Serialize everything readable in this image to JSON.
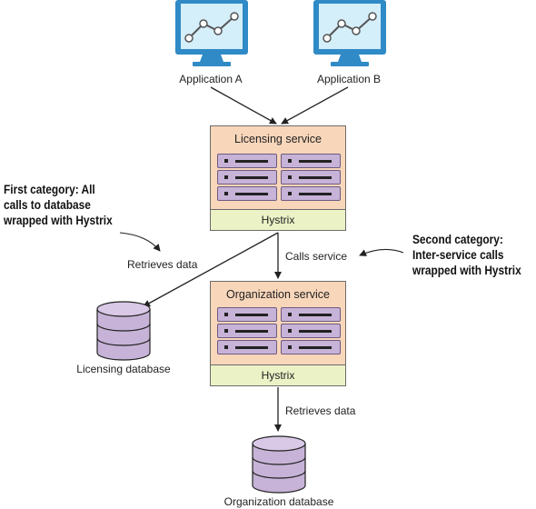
{
  "diagram": {
    "clients": [
      {
        "id": "app-a",
        "label": "Application A"
      },
      {
        "id": "app-b",
        "label": "Application B"
      }
    ],
    "services": [
      {
        "id": "licensing",
        "title": "Licensing service",
        "footer": "Hystrix"
      },
      {
        "id": "organization",
        "title": "Organization service",
        "footer": "Hystrix"
      }
    ],
    "databases": [
      {
        "id": "licensing-db",
        "label": "Licensing database"
      },
      {
        "id": "organization-db",
        "label": "Organization database"
      }
    ],
    "edges": [
      {
        "id": "app-a-to-licensing",
        "from": "app-a",
        "to": "licensing",
        "label": ""
      },
      {
        "id": "app-b-to-licensing",
        "from": "app-b",
        "to": "licensing",
        "label": ""
      },
      {
        "id": "licensing-to-licensing-db",
        "from": "licensing",
        "to": "licensing-db",
        "label": "Retrieves data"
      },
      {
        "id": "licensing-to-organization",
        "from": "licensing",
        "to": "organization",
        "label": "Calls service"
      },
      {
        "id": "organization-to-organization-db",
        "from": "organization",
        "to": "organization-db",
        "label": "Retrieves data"
      }
    ],
    "annotations": {
      "first_category": [
        "First category: All",
        "calls to database",
        "wrapped with Hystrix"
      ],
      "second_category": [
        "Second category:",
        "Inter-service calls",
        "wrapped with Hystrix"
      ]
    },
    "colors": {
      "service_fill": "#f8d6ba",
      "hystrix_fill": "#ebf2c6",
      "server_fill": "#c7b3d7",
      "database_fill": "#c7b3d7",
      "monitor_frame": "#2f8ac6",
      "monitor_screen": "#d4eefa"
    },
    "icons": {
      "client": "monitor-chart-icon",
      "server": "server-rack-icon",
      "database": "database-cylinder-icon"
    }
  }
}
